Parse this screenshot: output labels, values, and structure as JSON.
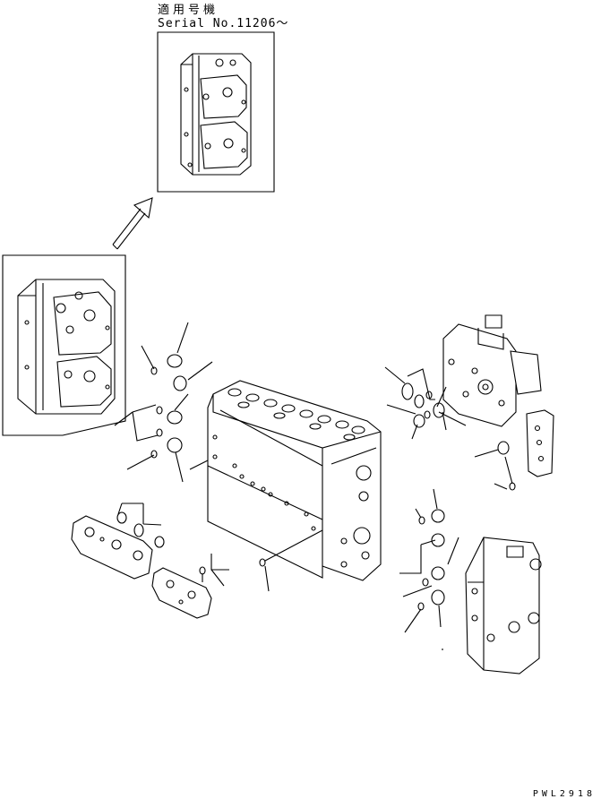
{
  "header": {
    "applicable_label": "適用号機",
    "serial_label": "Serial No.11206～"
  },
  "footer": {
    "drawing_code": "PWL2918"
  },
  "parts": {
    "inset_new_valve": "valve-section-new-icon",
    "inset_old_valve": "valve-section-old-icon",
    "arrow": "arrow-up-right-icon",
    "main_valve": "main-control-valve-icon",
    "relief_valve": "relief-valve-icon",
    "cover_plate": "cover-plate-icon",
    "end_section": "end-section-valve-icon",
    "spacer_left": "spacer-block-icon",
    "spacer_small": "small-block-icon",
    "o_rings": "o-ring-icon",
    "plugs": "plug-icon"
  }
}
